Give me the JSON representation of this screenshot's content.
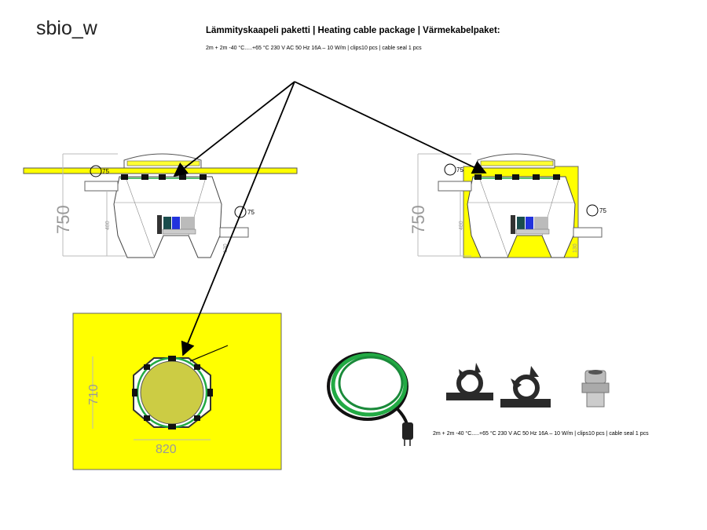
{
  "logo": "sbio_w",
  "header": {
    "title": "Lämmityskaapeli paketti | Heating cable package | Värmekabelpaket:",
    "spec": "2m + 2m  -40 °C.....+65 °C 230 V AC 50 Hz 16A – 10 W/m | clips10 pcs | cable seal 1 pcs"
  },
  "side_view": {
    "height_dim": "750",
    "inlet_dim": "480",
    "outlet_dim": "130",
    "pipe_dia": "75"
  },
  "top_view": {
    "width_dim": "820",
    "depth_dim": "710"
  },
  "products": {
    "caption": "2m + 2m  -40 °C.....+65 °C 230 V AC 50 Hz 16A – 10 W/m | clips10 pcs | cable seal 1 pcs"
  },
  "colors": {
    "highlight": "#ffff00",
    "cable": "#22aa44",
    "lid": "#cccc44"
  }
}
